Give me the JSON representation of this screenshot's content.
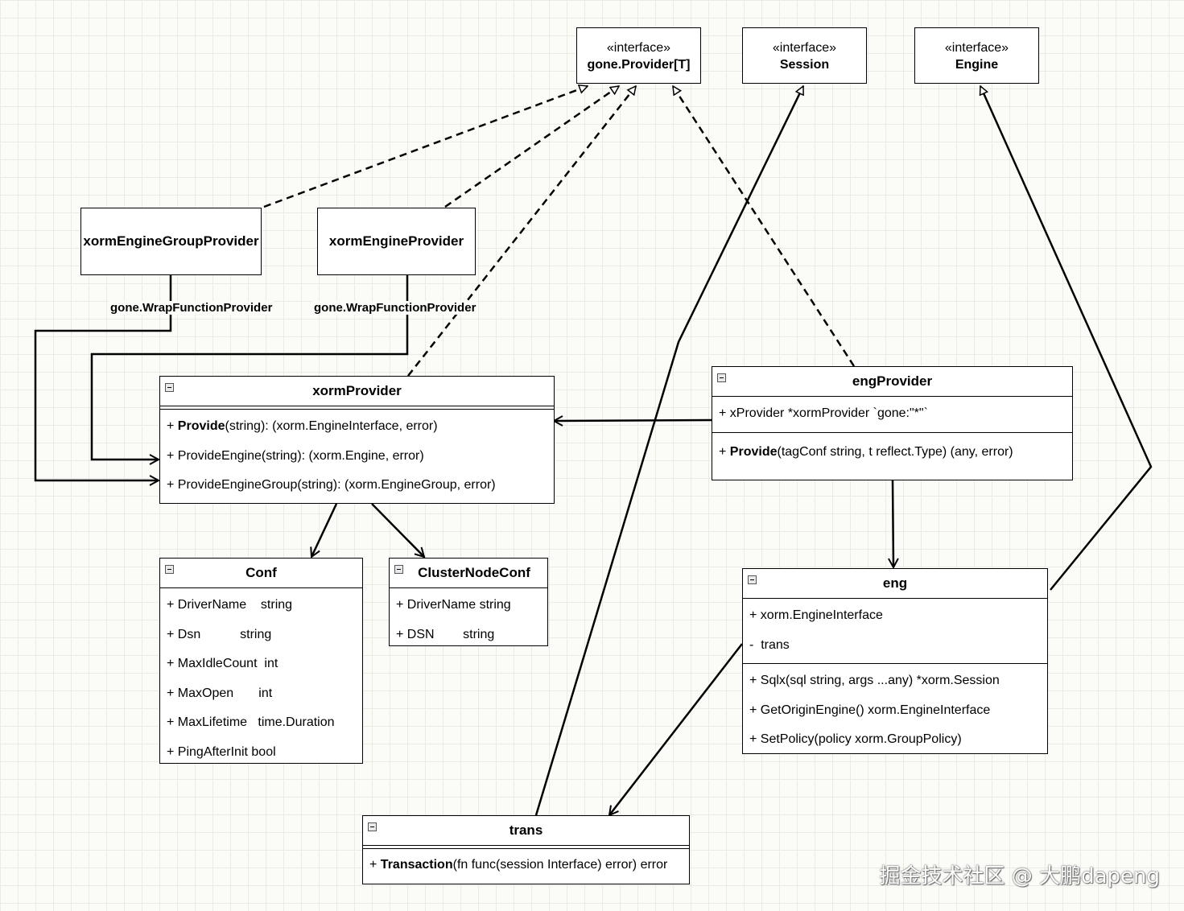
{
  "interfaces": {
    "provider": {
      "stereotype": "«interface»",
      "name": "gone.Provider[T]"
    },
    "session": {
      "stereotype": "«interface»",
      "name": "Session"
    },
    "engine": {
      "stereotype": "«interface»",
      "name": "Engine"
    }
  },
  "simple_classes": {
    "group_provider": "xormEngineGroupProvider",
    "engine_provider": "xormEngineProvider"
  },
  "edge_labels": {
    "group_wrap": "gone.WrapFunctionProvider",
    "engine_wrap": "gone.WrapFunctionProvider"
  },
  "xorm_provider": {
    "name": "xormProvider",
    "methods": [
      {
        "vis": "+ ",
        "bold": "Provide",
        "rest": "(string): (xorm.EngineInterface, error)"
      },
      {
        "vis": "+ ",
        "bold": "",
        "rest": "ProvideEngine(string): (xorm.Engine, error)"
      },
      {
        "vis": "+ ",
        "bold": "",
        "rest": "ProvideEngineGroup(string): (xorm.EngineGroup, error)"
      }
    ]
  },
  "eng_provider": {
    "name": "engProvider",
    "fields": [
      "+ xProvider *xormProvider `gone:\"*\"`"
    ],
    "methods": [
      {
        "vis": "+ ",
        "bold": "Provide",
        "rest": "(tagConf string, t reflect.Type) (any, error)"
      }
    ]
  },
  "conf": {
    "name": "Conf",
    "fields": [
      "+ DriverName    string",
      "+ Dsn           string",
      "+ MaxIdleCount  int",
      "+ MaxOpen       int",
      "+ MaxLifetime   time.Duration",
      "+ PingAfterInit bool"
    ]
  },
  "cluster_node_conf": {
    "name": "ClusterNodeConf",
    "fields": [
      "+ DriverName string",
      "+ DSN        string"
    ]
  },
  "eng": {
    "name": "eng",
    "fields": [
      "+ xorm.EngineInterface",
      "-  trans"
    ],
    "methods": [
      "+ Sqlx(sql string, args ...any) *xorm.Session",
      "+ GetOriginEngine() xorm.EngineInterface",
      "+ SetPolicy(policy xorm.GroupPolicy)"
    ]
  },
  "trans": {
    "name": "trans",
    "methods": [
      {
        "vis": "+ ",
        "bold": "Transaction",
        "rest": "(fn func(session Interface) error) error"
      }
    ]
  },
  "watermark": "掘金技术社区 @ 大鹏dapeng"
}
